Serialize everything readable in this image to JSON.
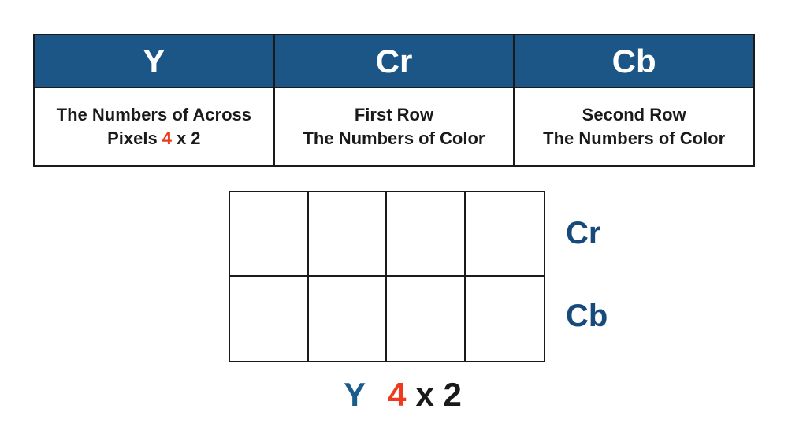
{
  "colors": {
    "header_bg": "#1b5687",
    "header_text": "#ffffff",
    "label_blue": "#17497c",
    "caption_blue": "#1b5c8c",
    "accent_red": "#ee3a1e",
    "text_black": "#1a1a1a",
    "border": "#1a1a1a"
  },
  "table": {
    "columns": [
      {
        "header": "Y",
        "body_line1": "The Numbers of Across",
        "body_line2_prefix": "Pixels",
        "body_line2_red": "4",
        "body_line2_suffix": "x 2"
      },
      {
        "header": "Cr",
        "body_line1": "First Row",
        "body_line2": "The Numbers of Color"
      },
      {
        "header": "Cb",
        "body_line1": "Second Row",
        "body_line2": "The Numbers of Color"
      }
    ]
  },
  "grid": {
    "rows": 2,
    "cols": 4,
    "row_labels": [
      "Cr",
      "Cb"
    ]
  },
  "caption": {
    "y_label": "Y",
    "red_number": "4",
    "suffix": "x 2"
  }
}
